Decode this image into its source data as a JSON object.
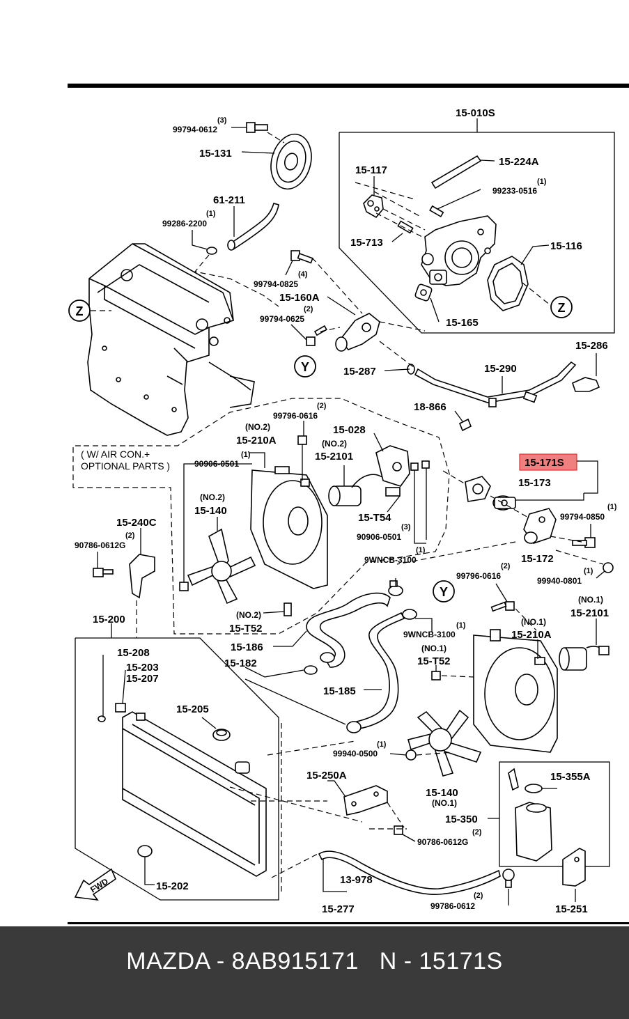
{
  "footer": {
    "text": "MAZDA - 8AB915171   N - 15171S"
  },
  "highlight": {
    "color": "#f08080",
    "part": "15-171S"
  },
  "optional_note": {
    "line1": "( W/ AIR CON.+",
    "line2": "OPTIONAL PARTS )"
  },
  "fwd_label": "FWD",
  "markers": {
    "z": "Z",
    "y": "Y"
  },
  "parts": {
    "p15_010s": "15-010S",
    "p15_131": "15-131",
    "p99794_0612": "99794-0612",
    "q3a": "(3)",
    "p15_224a": "15-224A",
    "p15_117": "15-117",
    "p99233_0516": "99233-0516",
    "q1a": "(1)",
    "p61_211": "61-211",
    "p99286_2200": "99286-2200",
    "q1b": "(1)",
    "p15_713": "15-713",
    "p15_116": "15-116",
    "p99794_0825": "99794-0825",
    "q4": "(4)",
    "p15_160a": "15-160A",
    "p99794_0625": "99794-0625",
    "q2a": "(2)",
    "p15_165": "15-165",
    "p15_286": "15-286",
    "p15_287": "15-287",
    "p15_290": "15-290",
    "p18_866": "18-866",
    "p99796_0616a": "99796-0616",
    "q2b": "(2)",
    "p15_028": "15-028",
    "no2a": "(NO.2)",
    "p15_210a_a": "15-210A",
    "no2b": "(NO.2)",
    "p15_2101a": "15-2101",
    "q1c": "(1)",
    "p90906_0501a": "90906-0501",
    "p15_171s": "15-171S",
    "p15_173": "15-173",
    "no2c": "(NO.2)",
    "p15_140a": "15-140",
    "p15_t54": "15-T54",
    "q3b": "(3)",
    "p90906_0501b": "90906-0501",
    "p99794_0850": "99794-0850",
    "q1d": "(1)",
    "p15_240c": "15-240C",
    "q2c": "(2)",
    "p90786_0612g_a": "90786-0612G",
    "p9wncb_3100a": "9WNCB-3100",
    "q1e": "(1)",
    "p15_172": "15-172",
    "p99796_0616b": "99796-0616",
    "q2d": "(2)",
    "p99940_0801": "99940-0801",
    "q1f": "(1)",
    "no1a": "(NO.1)",
    "p15_2101b": "15-2101",
    "no2d": "(NO.2)",
    "p15_t52a": "15-T52",
    "p15_200": "15-200",
    "p15_186": "15-186",
    "p9wncb_3100b": "9WNCB-3100",
    "q1g": "(1)",
    "no1b": "(NO.1)",
    "p15_210a_b": "15-210A",
    "p15_208": "15-208",
    "p15_182": "15-182",
    "no1c": "(NO.1)",
    "p15_t52b": "15-T52",
    "p15_203": "15-203",
    "p15_207": "15-207",
    "p15_185": "15-185",
    "p15_205": "15-205",
    "p99940_0500": "99940-0500",
    "q1h": "(1)",
    "p15_250a": "15-250A",
    "p15_355a": "15-355A",
    "p15_140b": "15-140",
    "no1d": "(NO.1)",
    "p15_350": "15-350",
    "p90786_0612g_b": "90786-0612G",
    "q2e": "(2)",
    "p15_202": "15-202",
    "p13_978": "13-978",
    "p15_277": "15-277",
    "p99786_0612": "99786-0612",
    "q2f": "(2)",
    "p15_251": "15-251"
  }
}
